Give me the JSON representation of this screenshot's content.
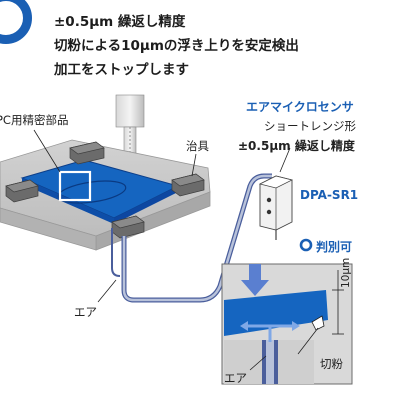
{
  "header": {
    "line1": "±0.5μm 繰返し精度",
    "line2": "切粉による10μmの浮き上りを安定検出",
    "line3": "加工をストップします"
  },
  "labels": {
    "part": "PC用精密部品",
    "jig": "治具",
    "air_left": "エア",
    "air_inset": "エア",
    "chips": "切粉"
  },
  "sensor": {
    "title": "エアマイクロセンサ",
    "type": "ショートレンジ形",
    "spec": "±0.5μm 繰返し精度",
    "model": "DPA-SR1"
  },
  "inset": {
    "title": "判別可",
    "gap": "10μm"
  },
  "colors": {
    "brand_blue": "#1a5fb4",
    "part_blue": "#1565c0",
    "table_gray": "#c9c9c9",
    "block_gray": "#6b6b6b",
    "pipe_light": "#b8c2da"
  }
}
